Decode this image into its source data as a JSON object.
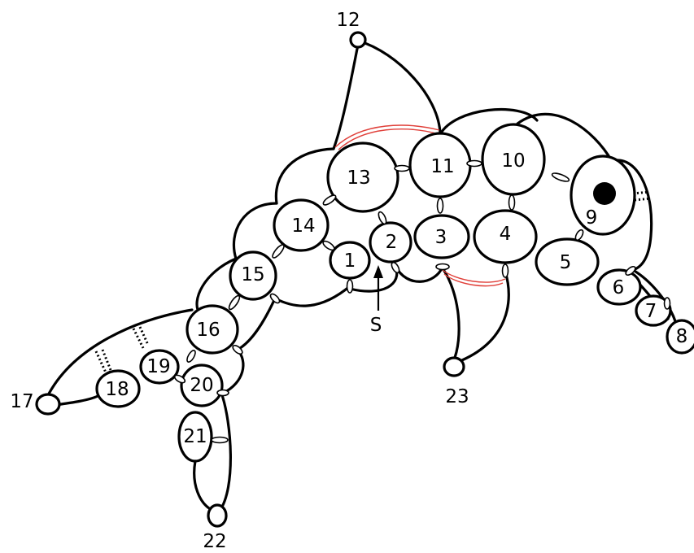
{
  "labels": {
    "n1": "1",
    "n2": "2",
    "n3": "3",
    "n4": "4",
    "n5": "5",
    "n6": "6",
    "n7": "7",
    "n8": "8",
    "n9": "9",
    "n10": "10",
    "n11": "11",
    "n12": "12",
    "n13": "13",
    "n14": "14",
    "n15": "15",
    "n16": "16",
    "n17": "17",
    "n18": "18",
    "n19": "19",
    "n20": "20",
    "n21": "21",
    "n22": "22",
    "n23": "23",
    "start": "S"
  },
  "colors": {
    "stroke": "#000000",
    "thread_red": "#e0403a",
    "background": "#ffffff"
  }
}
